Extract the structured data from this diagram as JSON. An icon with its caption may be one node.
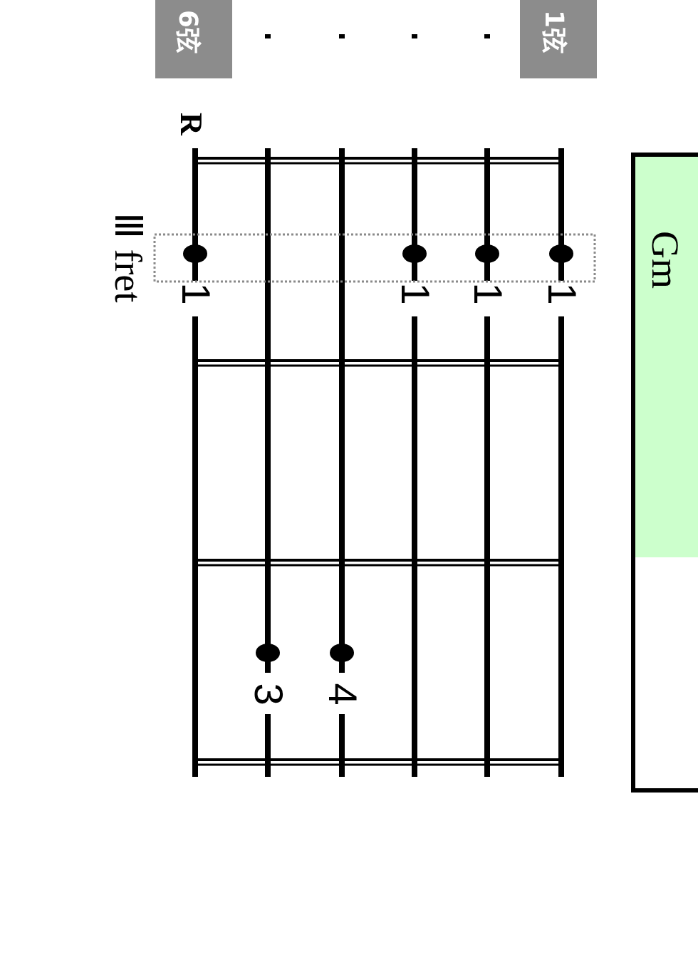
{
  "diagram": {
    "nodes": [
      {
        "text": [
          "Gm"
        ]
      },
      {
        "text": [
          "6弦"
        ]
      },
      {
        "text": [
          "1弦"
        ]
      }
    ],
    "labels": [
      "R",
      "Ⅲ fret",
      "1",
      "3",
      "4",
      "1",
      "1",
      "1"
    ]
  }
}
